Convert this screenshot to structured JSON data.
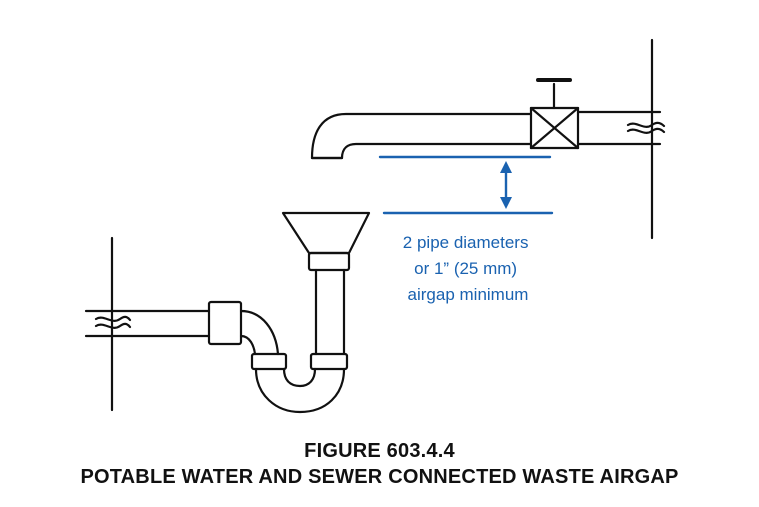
{
  "figure": {
    "number": "FIGURE 603.4.4",
    "title": "POTABLE WATER AND SEWER CONNECTED WASTE AIRGAP"
  },
  "annotation": {
    "lines": [
      "2 pipe diameters",
      "or 1” (25 mm)",
      "airgap minimum"
    ]
  },
  "colors": {
    "line": "#111111",
    "annotation": "#1a62b0"
  },
  "icons": {
    "valve": "gate-valve-icon",
    "break": "pipe-break-icon",
    "arrow": "double-arrow-icon"
  }
}
